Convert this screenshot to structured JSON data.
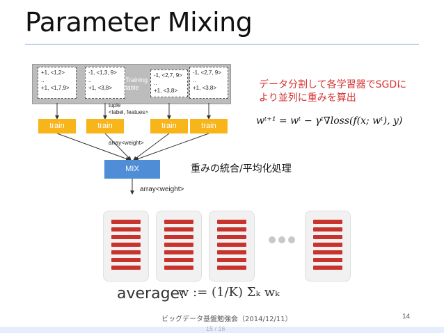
{
  "title": "Parameter Mixing",
  "table": {
    "label_line1": "Training",
    "label_line2": "table"
  },
  "cards": [
    {
      "line1": "+1, <1,2>",
      "line2": "..",
      "line3": "+1, <1,7,9>"
    },
    {
      "line1": "-1, <1,3, 9>",
      "line2": "..",
      "line3": "+1, <3,8>"
    },
    {
      "line1": "-1, <2,7, 9>",
      "line2": "..",
      "line3": "+1, <3,8>"
    },
    {
      "line1": "-1, <2,7, 9>",
      "line2": "..",
      "line3": "+1, <3,8>"
    }
  ],
  "tuple_label": {
    "line1": "tuple",
    "line2": "<label, featues>"
  },
  "train_labels": [
    "train",
    "train",
    "train",
    "train"
  ],
  "array_weight_small": "array<weight>",
  "mix_label": "MIX",
  "array_weight_out": "array<weight>",
  "jp_text_line1": "データ分割して各学習器でSGDに",
  "jp_text_line2": "より並列に重みを算出",
  "formula": "wᵗ⁺¹ = wᵗ − γᵗ∇loss(f(x; wᵗ), y)",
  "merge_text": "重みの統合/平均化処理",
  "average_label": "average:",
  "average_formula": "w := (1/K) Σₖ wₖ",
  "footer": "ビッグデータ基盤勉強会（2014/12/11）",
  "page_number": "14",
  "slide_indicator": "15  /  16",
  "colors": {
    "train": "#f7b51a",
    "mix": "#4f8ed6",
    "bar": "#c9332d",
    "rule": "#7aa7d6",
    "red_text": "#d63030"
  }
}
